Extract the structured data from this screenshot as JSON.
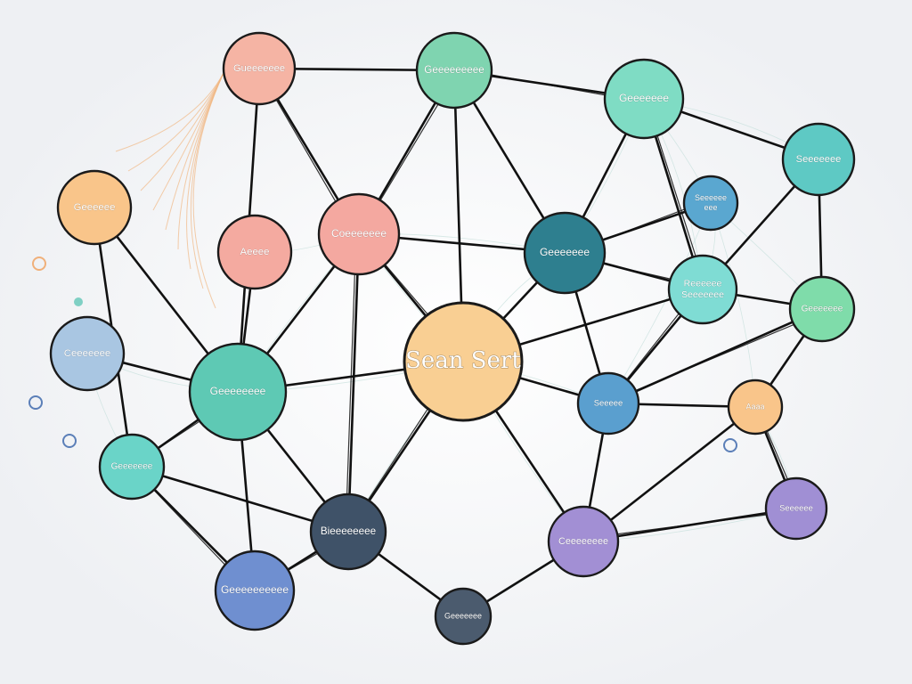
{
  "diagram": {
    "background": "#f3f4f6",
    "edge_color": "#111111",
    "center_node": {
      "label": "Sean Sert",
      "color": "#f9cf93"
    },
    "nodes": [
      {
        "id": "n1",
        "label": "Gueeeeeee",
        "color": "#f5b4a4"
      },
      {
        "id": "n2",
        "label": "Geeeeeeeee",
        "color": "#7fd4b0"
      },
      {
        "id": "n3",
        "label": "Geeeeeee",
        "color": "#7fdcc4"
      },
      {
        "id": "n4",
        "label": "Seeeeeee",
        "color": "#5ec9c4"
      },
      {
        "id": "n5",
        "label": "Geeeeee",
        "color": "#f9c58a"
      },
      {
        "id": "n6",
        "label": "Coeeeeeee",
        "color": "#f4a8a0"
      },
      {
        "id": "n7",
        "label": "Aeeee",
        "color": "#f4aaa0"
      },
      {
        "id": "n8",
        "label": "Geeeeeee",
        "color": "#2e7f8f"
      },
      {
        "id": "n9",
        "label": "Seeeeee\neee",
        "color": "#5aa7d0"
      },
      {
        "id": "n10",
        "label": "Reeeeee\nSeeeeeee",
        "color": "#7fdcd4"
      },
      {
        "id": "n11",
        "label": "Geeeeeee",
        "color": "#7fdcaa"
      },
      {
        "id": "n12",
        "label": "Ceeeeeee",
        "color": "#a9c6e2"
      },
      {
        "id": "n13",
        "label": "Geeeeeeee",
        "color": "#5ec9b4"
      },
      {
        "id": "n14",
        "label": "Seeeee",
        "color": "#5a9fcf"
      },
      {
        "id": "n15",
        "label": "Aaaa",
        "color": "#f9c58a"
      },
      {
        "id": "n16",
        "label": "Geeeeeee",
        "color": "#6ad4c8"
      },
      {
        "id": "n17",
        "label": "Bieeeeeeee",
        "color": "#3f5268"
      },
      {
        "id": "n18",
        "label": "Ceeeeeeee",
        "color": "#a28fd4"
      },
      {
        "id": "n19",
        "label": "Seeeeee",
        "color": "#a08fd4"
      },
      {
        "id": "n20",
        "label": "Geeeeeeeeee",
        "color": "#6f8fd0"
      },
      {
        "id": "n21",
        "label": "Geeeeeee",
        "color": "#4b5b6e"
      }
    ]
  }
}
